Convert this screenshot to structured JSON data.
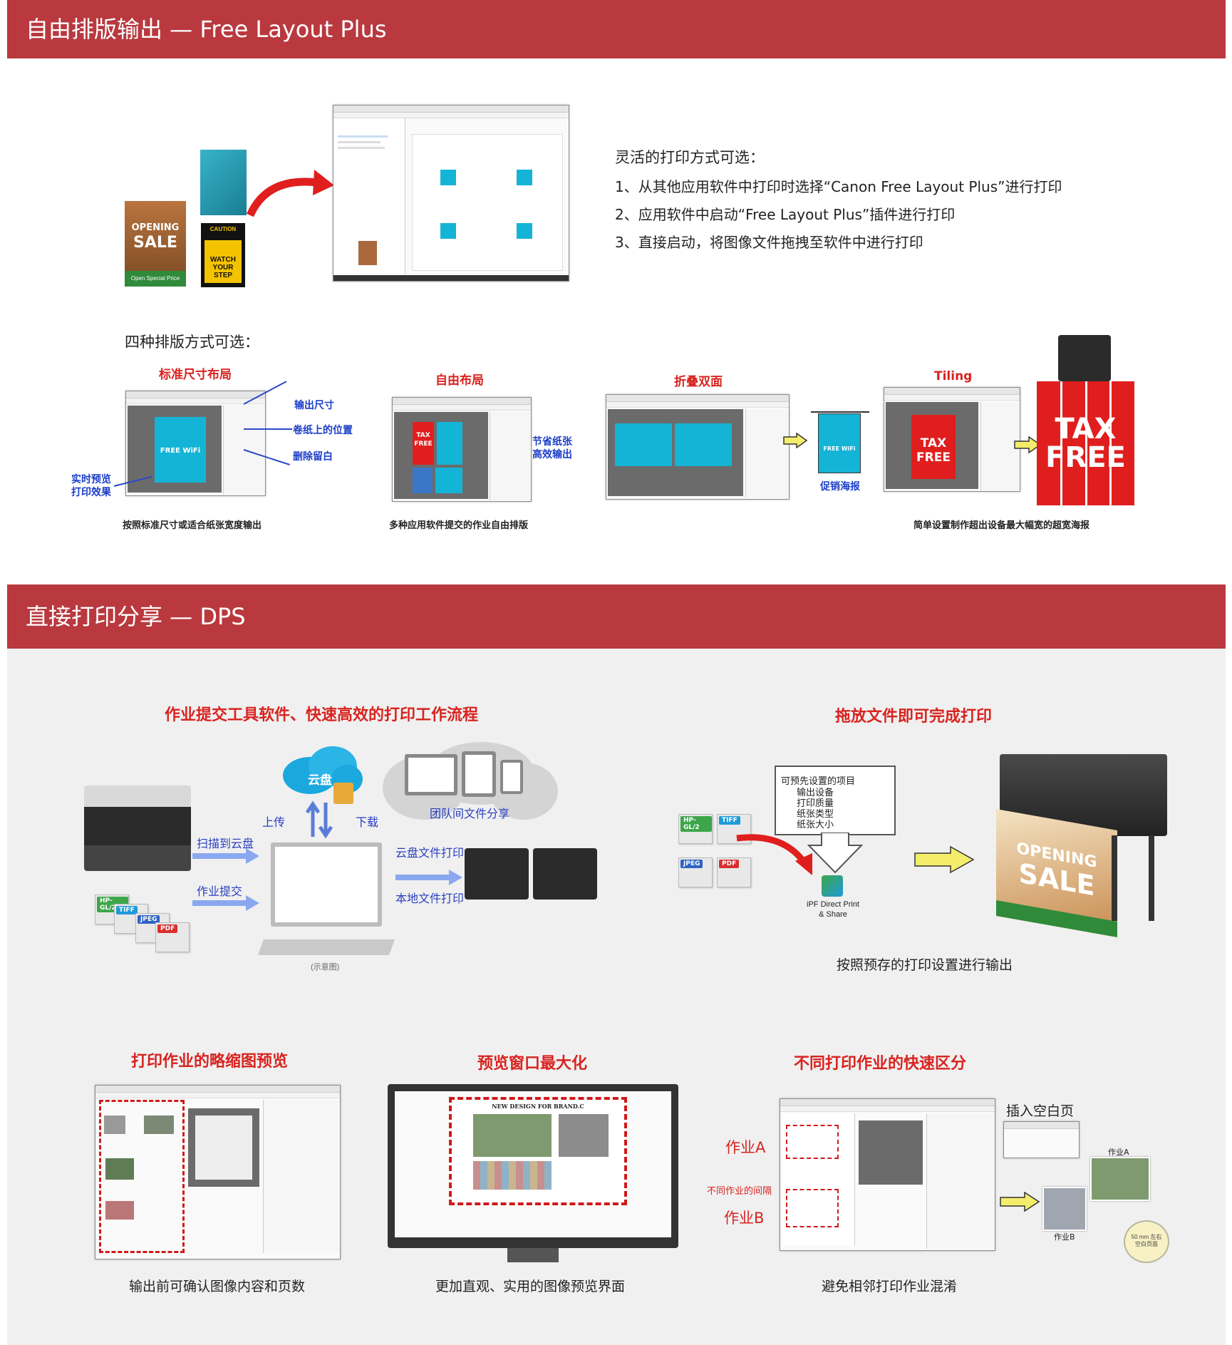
{
  "section1": {
    "title": "自由排版输出 — Free Layout Plus",
    "intro_heading": "灵活的打印方式可选：",
    "intro_items": [
      "1、从其他应用软件中打印时选择“Canon Free Layout Plus”进行打印",
      "2、应用软件中启动“Free Layout Plus”插件进行打印",
      "3、直接启动，将图像文件拖拽至软件中进行打印"
    ],
    "posters": {
      "sale_top": "OPENING",
      "sale_main": "SALE",
      "sale_sub": "Open Special Price",
      "caution_top": "CAUTION",
      "caution_main": "WATCH YOUR STEP"
    },
    "layouts_heading": "四种排版方式可选：",
    "layouts": [
      {
        "title": "标准尺寸布局",
        "caption": "按照标准尺寸或适合纸张宽度输出",
        "callouts": [
          "输出尺寸",
          "卷纸上的位置",
          "删除留白",
          "实时预览\n打印效果"
        ]
      },
      {
        "title": "自由布局",
        "caption": "多种应用软件提交的作业自由排版",
        "callouts": [
          "节省纸张\n高效输出"
        ]
      },
      {
        "title": "折叠双面",
        "caption": "",
        "callouts": [
          "促销海报"
        ]
      },
      {
        "title": "Tiling",
        "caption": "简单设置制作超出设备最大幅宽的超宽海报",
        "callouts": []
      }
    ],
    "poster_text": {
      "wifi": "FREE WiFi",
      "tax": "TAX",
      "free": "FREE"
    }
  },
  "section2": {
    "title": "直接打印分享 — DPS",
    "workflow": {
      "title": "作业提交工具软件、快速高效的打印工作流程",
      "cloud": "云盘",
      "upload": "上传",
      "download": "下载",
      "team_share": "团队间文件分享",
      "scan_to_cloud": "扫描到云盘",
      "job_submit": "作业提交",
      "cloud_print": "云盘文件打印",
      "local_print": "本地文件打印",
      "schematic": "(示意图)",
      "file_types": [
        "HP-GL/2",
        "TIFF",
        "JPEG",
        "PDF"
      ]
    },
    "dragdrop": {
      "title": "拖放文件即可完成打印",
      "preset_heading": "可预先设置的项目",
      "preset_items": [
        "输出设备",
        "打印质量",
        "纸张类型",
        "纸张大小"
      ],
      "file_types": [
        "HP-GL/2",
        "TIFF",
        "JPEG",
        "PDF"
      ],
      "app_name": "iPF Direct Print\n& Share",
      "caption": "按照预存的打印设置进行输出",
      "poster_top": "OPENING",
      "poster_main": "SALE"
    },
    "features": [
      {
        "title": "打印作业的略缩图预览",
        "caption": "输出前可确认图像内容和页数"
      },
      {
        "title": "预览窗口最大化",
        "caption": "更加直观、实用的图像预览界面",
        "preview_title": "NEW DESIGN FOR BRAND.C"
      },
      {
        "title": "不同打印作业的快速区分",
        "caption": "避免相邻打印作业混淆",
        "job_a": "作业A",
        "job_b": "作业B",
        "gap": "不同作业的间隔",
        "insert_blank": "插入空白页",
        "job_a_small": "作业A",
        "job_b_small": "作业B",
        "blank_note": "50 mm 左右\n空白页面"
      }
    ]
  }
}
